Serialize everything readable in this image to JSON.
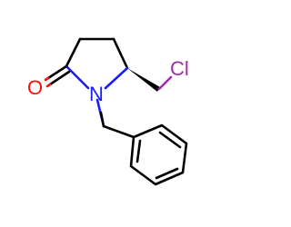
{
  "structure": {
    "atoms": {
      "oxygen": {
        "label": "O",
        "color": "#ff0d0d"
      },
      "nitrogen": {
        "label": "N",
        "color": "#1a1aff"
      },
      "chlorine": {
        "label": "Cl",
        "color": "#9e2ea8"
      }
    },
    "bond_color": "#000000"
  }
}
